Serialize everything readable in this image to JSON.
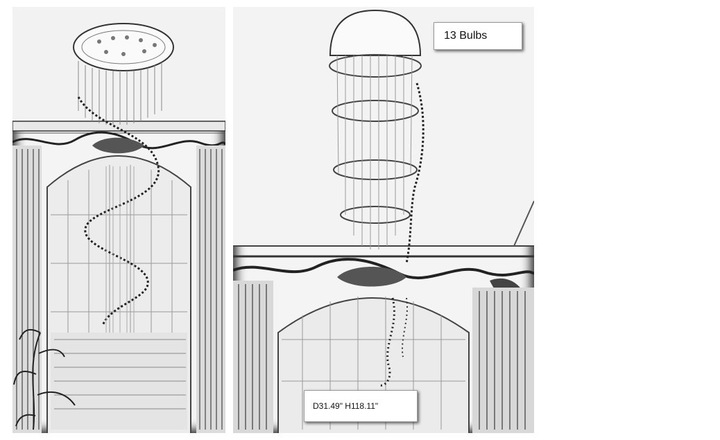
{
  "photos": [
    {
      "name": "chandelier-photo-left"
    },
    {
      "name": "chandelier-photo-right"
    }
  ],
  "labels": {
    "bulbs": "13 Bulbs",
    "dimensions": "D31.49\" H118.11\""
  }
}
